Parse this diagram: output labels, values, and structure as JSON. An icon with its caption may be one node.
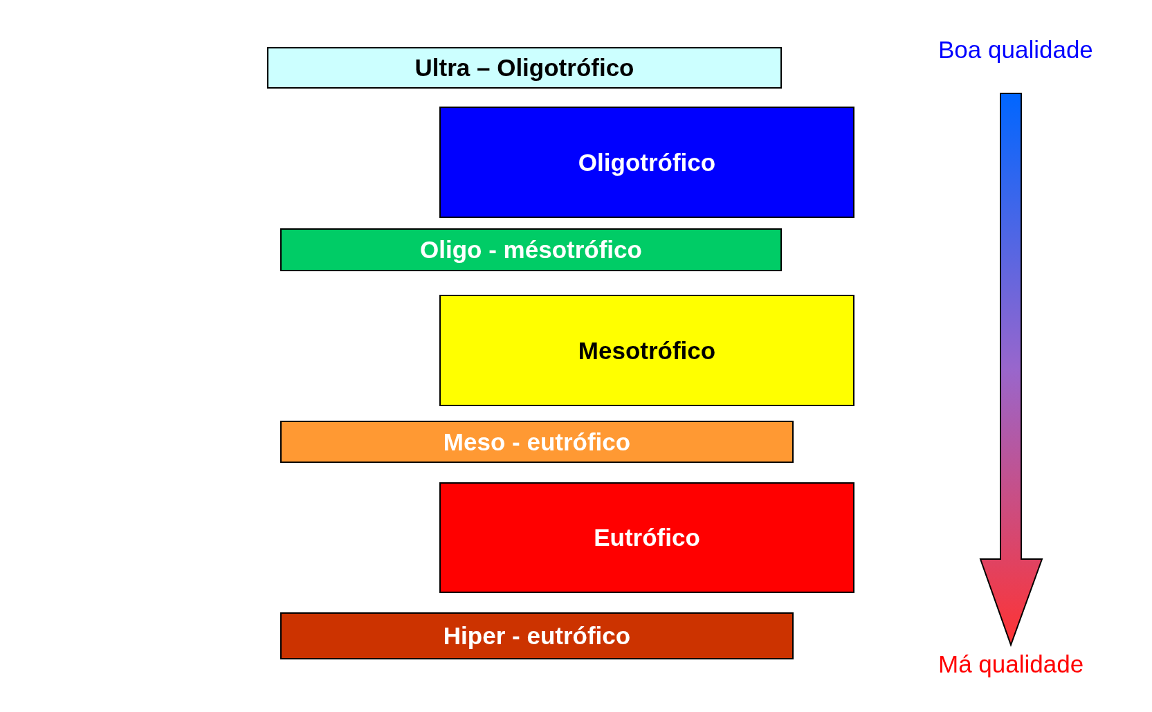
{
  "diagram": {
    "nodes": [
      {
        "text": [
          "Ultra – Oligotrófico"
        ]
      },
      {
        "text": [
          "Oligotrófico"
        ]
      },
      {
        "text": [
          "Oligo - mésotrófico"
        ]
      },
      {
        "text": [
          "Mesotrófico"
        ]
      },
      {
        "text": [
          "Meso - eutrófico"
        ]
      },
      {
        "text": [
          "Eutrófico"
        ]
      },
      {
        "text": [
          "Hiper - eutrófico"
        ]
      }
    ],
    "labels": [
      "Boa qualidade",
      "Má qualidade"
    ]
  }
}
